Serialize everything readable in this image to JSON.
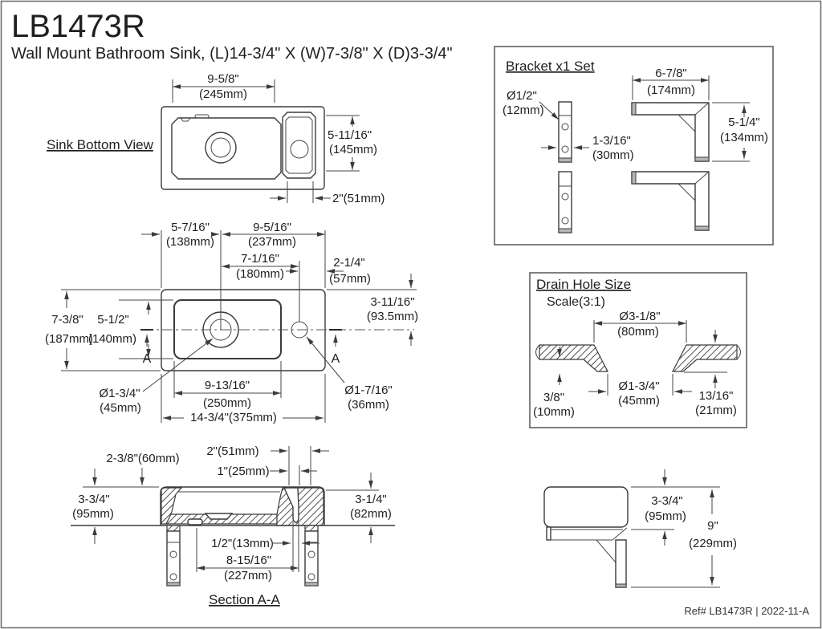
{
  "page": {
    "title": "LB1473R",
    "subtitle": "Wall Mount Bathroom Sink, (L)14-3/4\" X (W)7-3/8\" X (D)3-3/4\"",
    "ref": "Ref# LB1473R | 2022-11-A"
  },
  "views": {
    "bottom": {
      "label": "Sink Bottom View",
      "dim_width_in": "9-5/8\"",
      "dim_width_mm": "(245mm)",
      "dim_height_in": "5-11/16\"",
      "dim_height_mm": "(145mm)",
      "dim_deck": "2\"(51mm)"
    },
    "bracket": {
      "label": "Bracket x1 Set",
      "dim_hole_in": "Ø1/2\"",
      "dim_hole_mm": "(12mm)",
      "dim_bar_width_in": "1-3/16\"",
      "dim_bar_width_mm": "(30mm)",
      "dim_arm_in": "6-7/8\"",
      "dim_arm_mm": "(174mm)",
      "dim_leg_in": "5-1/4\"",
      "dim_leg_mm": "(134mm)"
    },
    "plan": {
      "dim_left_to_drain_in": "5-7/16\"",
      "dim_left_to_drain_mm": "(138mm)",
      "dim_drain_to_right_in": "9-5/16\"",
      "dim_drain_to_right_mm": "(237mm)",
      "dim_drain_to_faucet_in": "7-1/16\"",
      "dim_drain_to_faucet_mm": "(180mm)",
      "dim_faucet_to_right_in": "2-1/4\"",
      "dim_faucet_to_right_mm": "(57mm)",
      "dim_top_to_center_in": "3-11/16\"",
      "dim_top_to_center_mm": "(93.5mm)",
      "dim_depth_in": "7-3/8\"",
      "dim_depth_mm": "(187mm)",
      "dim_basin_depth_in": "5-1/2\"",
      "dim_basin_depth_mm": "(140mm)",
      "dim_drain_dia_in": "Ø1-3/4\"",
      "dim_drain_dia_mm": "(45mm)",
      "dim_basin_width_in": "9-13/16\"",
      "dim_basin_width_mm": "(250mm)",
      "dim_overall": "14-3/4\"(375mm)",
      "dim_faucet_dia_in": "Ø1-7/16\"",
      "dim_faucet_dia_mm": "(36mm)",
      "section_marker": "A"
    },
    "drain": {
      "label": "Drain Hole Size",
      "scale": "Scale(3:1)",
      "dim_top_dia_in": "Ø3-1/8\"",
      "dim_top_dia_mm": "(80mm)",
      "dim_thickness_in": "3/8\"",
      "dim_thickness_mm": "(10mm)",
      "dim_hole_dia_in": "Ø1-3/4\"",
      "dim_hole_dia_mm": "(45mm)",
      "dim_depth_in": "13/16\"",
      "dim_depth_mm": "(21mm)"
    },
    "section": {
      "label": "Section A-A",
      "dim_back_offset": "2-3/8\"(60mm)",
      "dim_deck_width": "2\"(51mm)",
      "dim_faucet_offset": "1\"(25mm)",
      "dim_height_in": "3-3/4\"",
      "dim_height_mm": "(95mm)",
      "dim_inner_depth_in": "3-1/4\"",
      "dim_inner_depth_mm": "(82mm)",
      "dim_slot": "1/2\"(13mm)",
      "dim_bracket_span_in": "8-15/16\"",
      "dim_bracket_span_mm": "(227mm)"
    },
    "side": {
      "dim_height_in": "3-3/4\"",
      "dim_height_mm": "(95mm)",
      "dim_total_in": "9\"",
      "dim_total_mm": "(229mm)"
    }
  }
}
